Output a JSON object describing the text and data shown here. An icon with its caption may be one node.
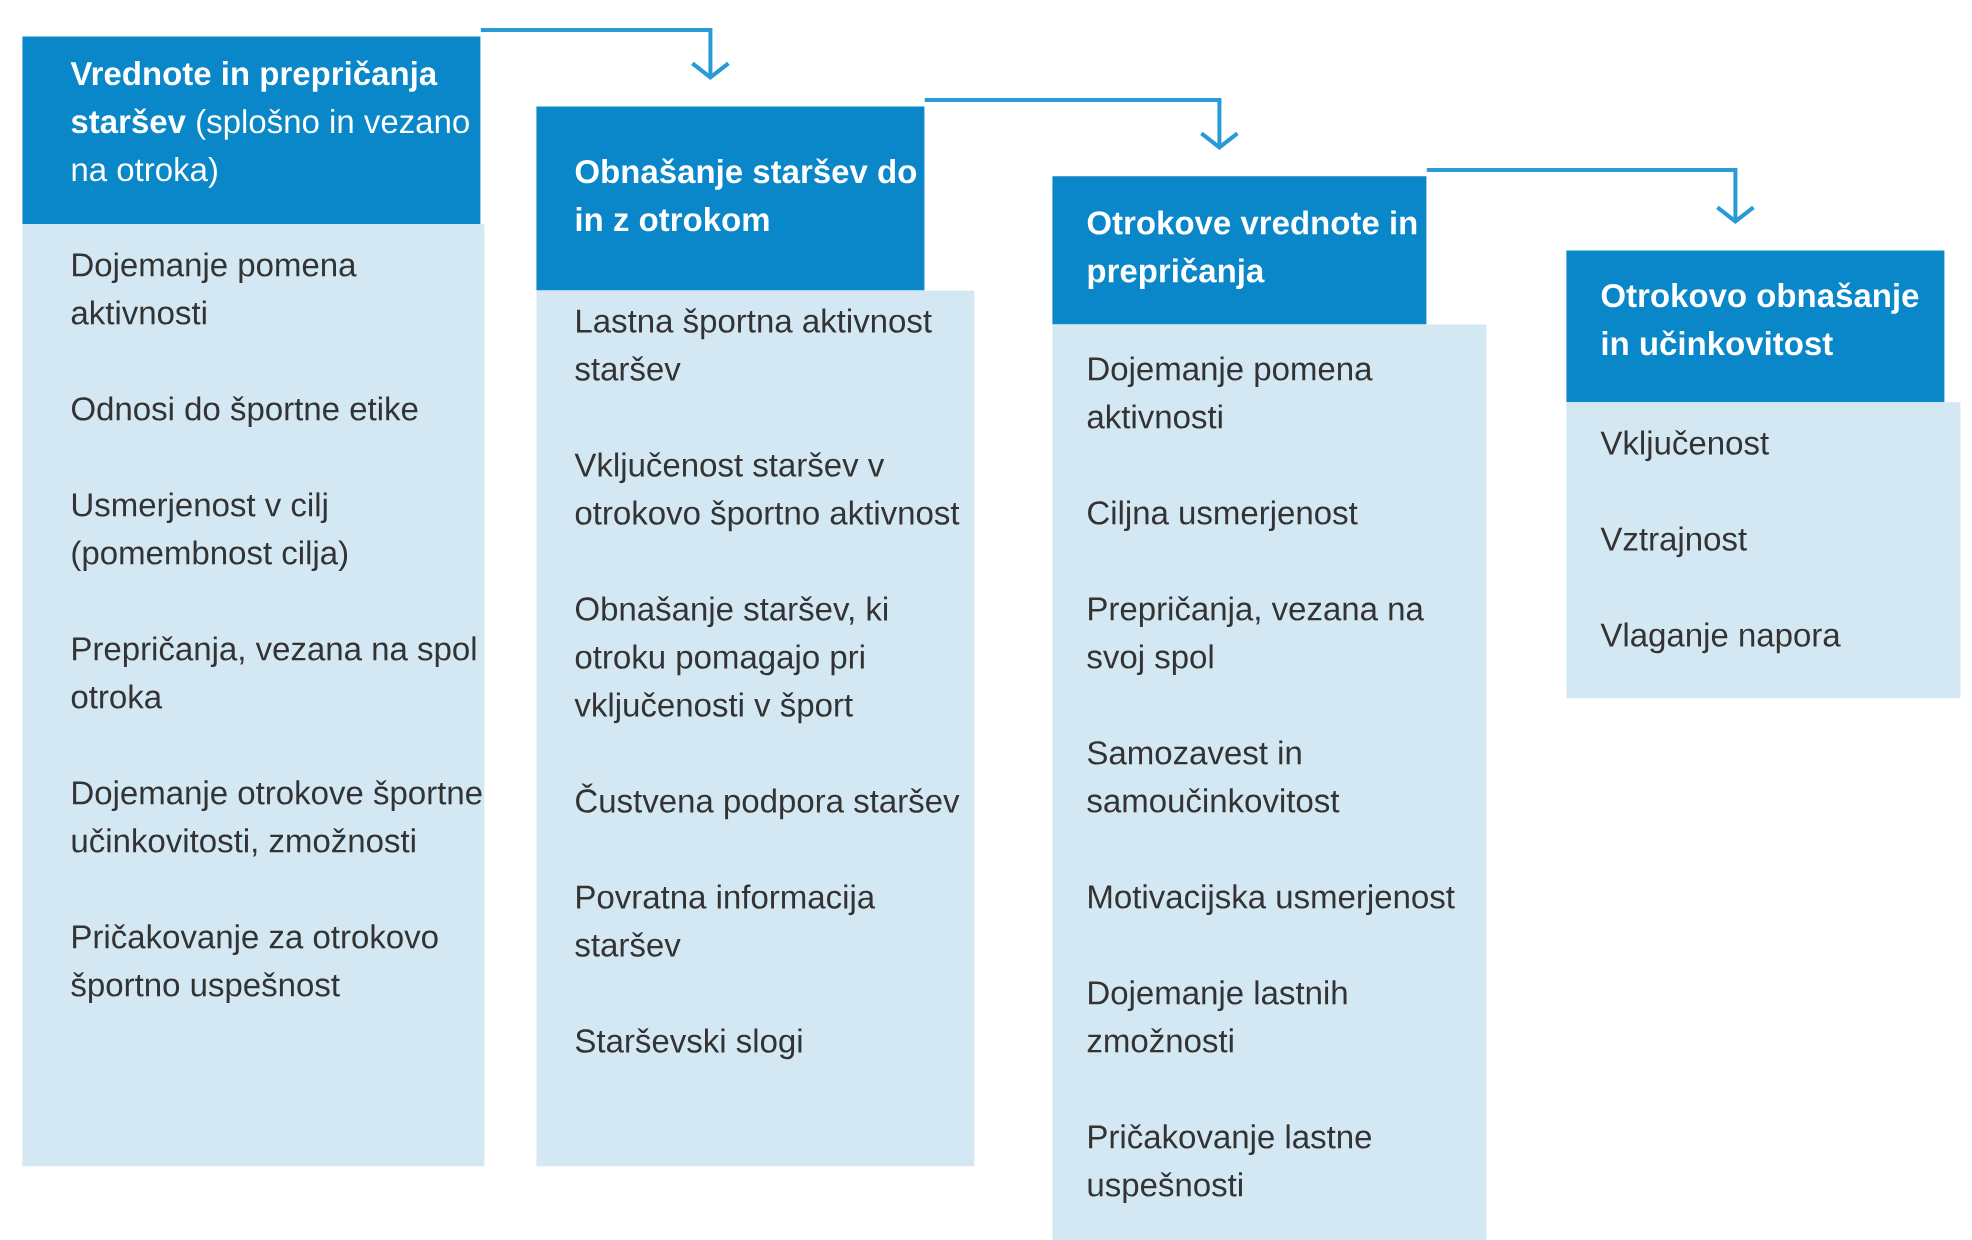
{
  "diagram": {
    "nodes": [
      {
        "text": [
          "**Vrednote in prepričanja staršev** (splošno in vezano na otroka)"
        ]
      },
      {
        "text": [
          "Dojemanje pomena aktivnosti",
          "Odnosi do športne etike",
          "Usmerjenost v cilj (pomembnost cilja)",
          "Prepričanja, vezana na spol otroka",
          "Dojemanje otrokove športne učinkovitosti, zmožnosti",
          "Pričakovanje za otrokovo športno uspešnost"
        ]
      },
      {
        "text": [
          "Obnašanje staršev do in z otrokom"
        ]
      },
      {
        "text": [
          "Lastna športna aktivnost staršev",
          "Vključenost staršev v otrokovo športno aktivnost",
          "Obnašanje staršev, ki otroku pomagajo pri vključenosti v šport",
          "Čustvena podpora staršev",
          "Povratna informacija staršev",
          "Starševski slogi"
        ]
      },
      {
        "text": [
          "Otrokove vrednote in prepričanja"
        ]
      },
      {
        "text": [
          "Dojemanje pomena aktivnosti",
          "Ciljna usmerjenost",
          "Prepričanja, vezana na svoj spol",
          "Samozavest in samoučinkovitost",
          "Motivacijska usmerjenost",
          "Dojemanje lastnih zmožnosti",
          "Pričakovanje lastne uspešnosti"
        ]
      },
      {
        "text": [
          "Otrokovo obnašanje in učinkovitost"
        ]
      },
      {
        "text": [
          "Vključenost",
          "Vztrajnost",
          "Vlaganje napora"
        ]
      }
    ],
    "edges": [
      {
        "from": 0,
        "to": 2,
        "arrow": "to"
      },
      {
        "from": 2,
        "to": 4,
        "arrow": "to"
      },
      {
        "from": 4,
        "to": 6,
        "arrow": "to"
      }
    ]
  }
}
